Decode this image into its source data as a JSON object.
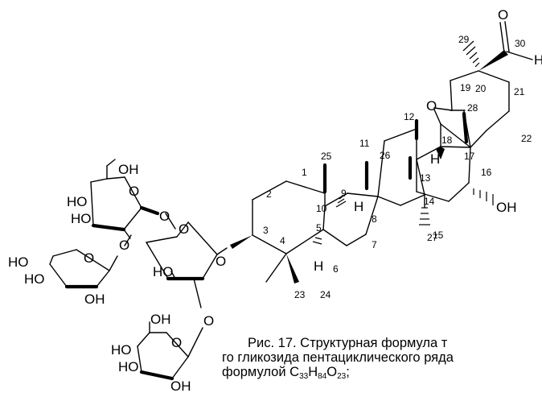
{
  "figure": {
    "atom_labels": {
      "o_aldehyde": "O",
      "h_aldehyde": "H",
      "o_bridge": "O",
      "h_18": "H",
      "h_9": "H",
      "h_5": "H",
      "oh_16": "OH",
      "o_glycoside": "O",
      "ring_o": "O",
      "sugar_a_oh_top": "OH",
      "sugar_a_ho_left": "HO",
      "sugar_a_ho_low": "HO",
      "sugar_b_ho": "HO",
      "sugar_b_ho2": "HO",
      "sugar_b_oh": "OH",
      "sugar_c_ho": "HO",
      "sugar_d_oh_top": "OH",
      "sugar_d_ho_left": "HO",
      "sugar_d_ho_low": "HO",
      "sugar_d_oh_bottom": "OH"
    },
    "locants": {
      "c1": "1",
      "c2": "2",
      "c3": "3",
      "c4": "4",
      "c5": "5",
      "c6": "6",
      "c7": "7",
      "c8": "8",
      "c9": "9",
      "c10": "10",
      "c11": "11",
      "c12": "12",
      "c13": "13",
      "c14": "14",
      "c15": "15",
      "c16": "16",
      "c17": "17",
      "c18": "18",
      "c19": "19",
      "c20": "20",
      "c21": "21",
      "c22": "22",
      "c23": "23",
      "c24": "24",
      "c25": "25",
      "c26": "26",
      "c27": "27",
      "c28": "28",
      "c29": "29",
      "c30": "30"
    }
  },
  "caption": {
    "line1": "Рис. 17. Структурная формула т",
    "line2": "го гликозида пентациклического ряда",
    "line3_prefix": "формулой  C",
    "formula_c_sub": "33",
    "formula_h": "H",
    "formula_h_sub": "84",
    "formula_o": "O",
    "formula_o_sub": "23",
    "line3_suffix": ";"
  }
}
